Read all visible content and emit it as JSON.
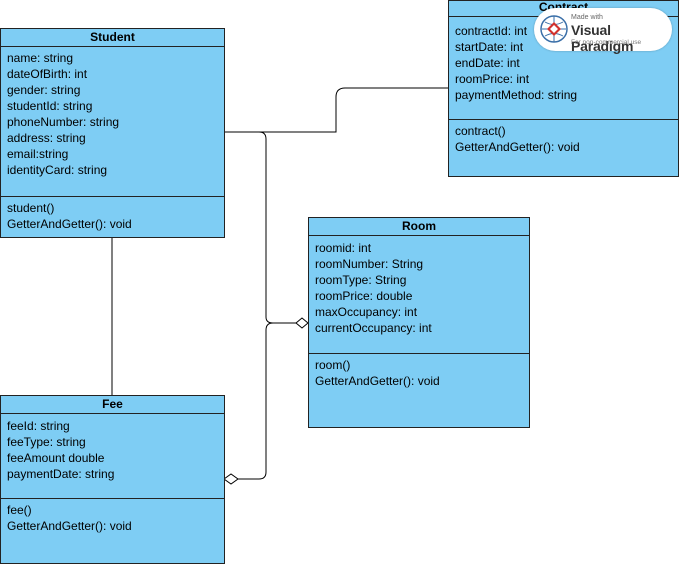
{
  "classes": {
    "student": {
      "name": "Student",
      "attributes": [
        "name: string",
        "dateOfBirth: int",
        "gender: string",
        "studentId: string",
        "phoneNumber: string",
        "address: string",
        "email:string",
        "identityCard: string"
      ],
      "operations": [
        "student()",
        "GetterAndGetter(): void"
      ]
    },
    "contract": {
      "name": "Contract",
      "attributes": [
        "contractId: int",
        "startDate: int",
        "endDate: int",
        "roomPrice: int",
        "paymentMethod: string"
      ],
      "operations": [
        "contract()",
        "GetterAndGetter(): void"
      ]
    },
    "room": {
      "name": "Room",
      "attributes": [
        "roomid: int",
        "roomNumber: String",
        "roomType: String",
        "roomPrice: double",
        "maxOccupancy: int",
        "currentOccupancy: int"
      ],
      "operations": [
        "room()",
        "GetterAndGetter(): void"
      ]
    },
    "fee": {
      "name": "Fee",
      "attributes": [
        "feeId: string",
        "feeType: string",
        "feeAmount double",
        "paymentDate: string"
      ],
      "operations": [
        "fee()",
        "GetterAndGetter(): void"
      ]
    }
  },
  "watermark": {
    "made_with": "Made with",
    "brand": "Visual Paradigm",
    "sub": "For non-commercial use"
  },
  "colors": {
    "class_fill": "#7ecdf4",
    "border": "#222222"
  }
}
